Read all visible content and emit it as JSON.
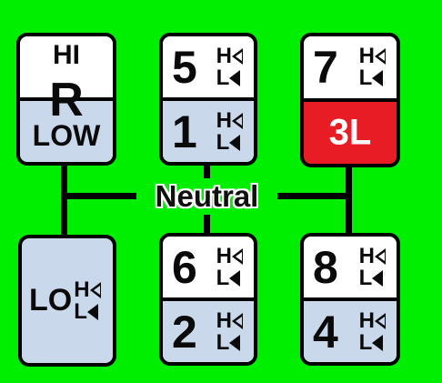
{
  "neutral_label": "Neutral",
  "hl_high": "H",
  "hl_low": "L",
  "colors": {
    "background": "#00ee00",
    "upper_panel": "#ffffff",
    "lower_panel": "#c9d8ea",
    "active_panel": "#e81c24",
    "outline": "#000000"
  },
  "gates": {
    "reverse": {
      "top": "HI",
      "middle": "R",
      "bottom": "LOW"
    },
    "gear_5": {
      "label": "5"
    },
    "gear_1": {
      "label": "1"
    },
    "gear_7": {
      "label": "7"
    },
    "gear_3l": {
      "label": "3L"
    },
    "lo": {
      "label": "LO"
    },
    "gear_6": {
      "label": "6"
    },
    "gear_2": {
      "label": "2"
    },
    "gear_8": {
      "label": "8"
    },
    "gear_4": {
      "label": "4"
    }
  }
}
